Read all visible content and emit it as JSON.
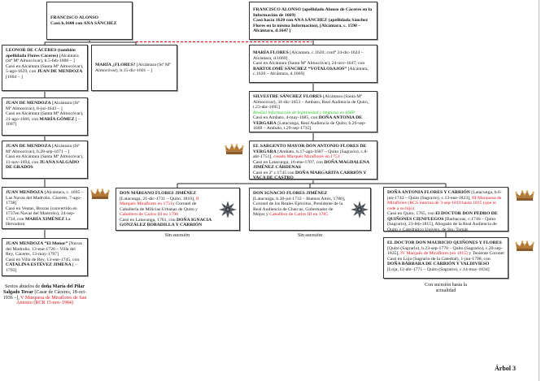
{
  "title": "Árbol 3",
  "colors": {
    "line": "#222222",
    "link_dashed": "#e0141e",
    "title_red": "#e0141e",
    "note_green": "#22c422",
    "crown": "#b07a3a"
  },
  "boxes": [
    {
      "id": "francisco-alonso-left",
      "lines": [
        [
          {
            "t": "FRANCISCO ALONSO",
            "s": "b"
          }
        ],
        [
          {
            "t": "Casó h.1600 con ANA SÁNCHEZ",
            "s": "b"
          }
        ]
      ]
    },
    {
      "id": "francisco-alonso-right",
      "lines": [
        [
          {
            "t": "FRANCISCO ALONSO (apellidado Alonso de Cáceres en la Información de 1669)",
            "s": "b"
          }
        ],
        [
          {
            "t": "Casó hacia 1620 con ANA SÁNCHEZ (apellidada Sánchez Flores en la misma Información), [Alcántara, c. 1590 – Alcántara, d.1647 ]",
            "s": "b"
          }
        ]
      ]
    },
    {
      "id": "leonor-de-caceres",
      "lines": [
        [
          {
            "t": "LEONOR DE CÁCERES (también apellidada Flores Cáceres)",
            "s": "b"
          },
          {
            "t": " [Alcántara (Stª Mª Almocóvar), b.5-feb-1606 –      ]",
            "s": "n"
          }
        ],
        [
          {
            "t": "Casó en Alcántara (Santa Mª Almocóvar), 5-ago-1629, con ",
            "s": "n"
          },
          {
            "t": "JUAN DE MENDOZA",
            "s": "b"
          },
          {
            "t": " [1604 –      ]",
            "s": "n"
          }
        ]
      ]
    },
    {
      "id": "maria-flores-question",
      "lines": [
        [
          {
            "t": "MARÍA ¿FLORES?",
            "s": "b"
          },
          {
            "t": " [Alcántara (Stª Mª Almocóvar), b.15-dic-1601 –      ]",
            "s": "n"
          }
        ]
      ]
    },
    {
      "id": "maria-flores",
      "lines": [
        [
          {
            "t": "MARÍA FLORES",
            "s": "b"
          },
          {
            "t": " [Alcántara, c.1620; confª 24-dic-1624 – Alcántara, d.1669]",
            "s": "n"
          }
        ],
        [
          {
            "t": "Casó en Alcántara (Santa Mª Almocóvar), 24-nov-1647, con ",
            "s": "n"
          },
          {
            "t": "BARTOLOMÉ SÁNCHEZ “VOTALOSAJOS”",
            "s": "b"
          },
          {
            "t": " [Alcántara, c.1620 – Alcántara, d.1669]",
            "s": "n"
          }
        ]
      ]
    },
    {
      "id": "silvestre-sanchez-flores",
      "lines": [
        [
          {
            "t": "SILVESTRE SÁNCHEZ FLORES",
            "s": "b"
          },
          {
            "t": " [Alcántara (Santa Mª Almocóvar), 31-dic-1653 – Ambato, Real Audiencia de Quito, t.23-abr-1695]",
            "s": "n"
          }
        ],
        [
          {
            "t": "Realizó información de legitimidad y limpieza en 1669",
            "s": "g"
          }
        ],
        [
          {
            "t": "Casó en Ambato, 4-may-1685, con ",
            "s": "n"
          },
          {
            "t": "DOÑA ANTONIA DE VERGARA",
            "s": "b"
          },
          {
            "t": " [Latacunga, Real Audiencia de Quito, b.26-sep-1669 – Ambato, t.29-sep-1735]",
            "s": "n"
          }
        ]
      ]
    },
    {
      "id": "antonio-flores-de-vergara",
      "lines": [
        [
          {
            "t": "EL SARGENTO MAYOR DON ANTONIO FLORES DE VERGARA",
            "s": "b"
          },
          {
            "t": " [Ambato, b.17-ago-1687 – Quito (Sagrario), c.8-abr-1751], ",
            "s": "n"
          },
          {
            "t": "creado Marqués Miraflores en 1751",
            "s": "r"
          }
        ],
        [
          {
            "t": "Casó en Latacunga, 16-ene-1707, con ",
            "s": "n"
          },
          {
            "t": "DOÑA MAGDALENA JIMÉNEZ CÁRDENAS",
            "s": "b"
          }
        ],
        [
          {
            "t": "Casó en 2º c.1745 con ",
            "s": "n"
          },
          {
            "t": "DOÑA MARGARITA CARRIÓN Y VACA DE CASTRO",
            "s": "b"
          }
        ]
      ]
    },
    {
      "id": "juan-de-mendoza-1643",
      "lines": [
        [
          {
            "t": "JUAN DE MENDOZA",
            "s": "b"
          },
          {
            "t": " [Alcántara (Stª Mª Almocóvar), 8-jul-1643 –      ]",
            "s": "n"
          }
        ],
        [
          {
            "t": "Casó en Alcántara (Santa Mª Almocóvar), 21-ago-1666, con ",
            "s": "n"
          },
          {
            "t": "MARÍA GÓMEZ",
            "s": "b"
          },
          {
            "t": " [      – 1697]",
            "s": "n"
          }
        ]
      ]
    },
    {
      "id": "juan-de-mendoza-1671",
      "lines": [
        [
          {
            "t": "JUAN DE MENDOZA",
            "s": "b"
          },
          {
            "t": " [Alcántara (Stª Mª Almocóvar), b.28-sep-1671 –      ]",
            "s": "n"
          }
        ],
        [
          {
            "t": "Casó en Alcántara (Santa Mª Almocóvar), 11-nov-1694, con ",
            "s": "n"
          },
          {
            "t": "JUANA SALGADO DE GRADOS",
            "s": "b"
          }
        ]
      ]
    },
    {
      "id": "juan-mendoza-1695",
      "lines": [
        [
          {
            "t": "JUAN MENDOZA",
            "s": "b"
          },
          {
            "t": " [Alcántara, c. 1695 – Las Navas del Madroño, Cáceres, 7-ago-1738]",
            "s": "n"
          }
        ],
        [
          {
            "t": "Casó en Ventas, Brozas (convertido en 1737en Navas del Madroño), 24-sep-1724, con ",
            "s": "n"
          },
          {
            "t": "MARÍA XIMÉNEZ",
            "s": "b"
          },
          {
            "t": " La Herradora",
            "s": "n"
          }
        ]
      ]
    },
    {
      "id": "juan-mendoza-el-menor",
      "lines": [
        [
          {
            "t": "JUAN MENDOZA “El Menor”",
            "s": "b"
          },
          {
            "t": " [Navas del Madroño, 13-ene-1726 – Villa del Rey, Cáceres, 13-may-1797]",
            "s": "n"
          }
        ],
        [
          {
            "t": "Casó en Villa de Rey, 13-ene-1745, con ",
            "s": "n"
          },
          {
            "t": "CATALINA ESTÉVEZ JIMENA",
            "s": "b"
          },
          {
            "t": " [      – 1793]",
            "s": "n"
          }
        ]
      ]
    },
    {
      "id": "mariano-flores-jimenez",
      "lines": [
        [
          {
            "t": "DON MARIANO FLORES JIMÉNEZ",
            "s": "b"
          },
          {
            "t": " [Latacunga, 21-dic-1731 – Quito, 1810], ",
            "s": "n"
          },
          {
            "t": "II Marqués Miraflores en 1751",
            "s": "r"
          },
          {
            "t": "y Coronel de Caballería de Milicias Urbanas de Quito y ",
            "s": "n"
          },
          {
            "t": "Caballero de Carlos III en 1790",
            "s": "r"
          }
        ],
        [
          {
            "t": "Casó en Latacunga, 1761, con ",
            "s": "n"
          },
          {
            "t": "DOÑA IGNACIA GONZÁLEZ BOBADILLA Y CARRIÓN",
            "s": "b"
          }
        ]
      ]
    },
    {
      "id": "ignacio-flores-jimenez",
      "lines": [
        [
          {
            "t": "DON IGNACIO FLORES JIMÉNEZ",
            "s": "b"
          },
          {
            "t": " [Latacunga, b.30-jul-1733 – Buenos Aires, 1786], Coronel de los Reales Ejércitos, Presidente de la Real Audiencia de Charcas, Gobernador de Mojos y ",
            "s": "n"
          },
          {
            "t": "Caballero de Carlos III en 1785",
            "s": "r"
          }
        ]
      ]
    },
    {
      "id": "antonia-flores-y-carrion",
      "lines": [
        [
          {
            "t": "DOÑA ANTONIA FLORES Y CARRIÓN",
            "s": "b"
          },
          {
            "t": " [Latacunga, b.6-jun-1743 – Quito (Sagrario), c.13-ene-1823], ",
            "s": "n"
          },
          {
            "t": "III Marquesa de Miraflores (RCS interina de 3-sep-1810 hasta 1815 (que lo cede a su hijo)",
            "s": "r"
          }
        ],
        [
          {
            "t": "Casó en Quito, 1765, con ",
            "s": "n"
          },
          {
            "t": "El DOCTOR DON PEDRO DE QUIÑONES CIENFUEGOS",
            "s": "b"
          },
          {
            "t": " [Barbacoas, c.1740 – Quito (Sagrario), 23-feb-1815], Abogado de la Real Audiencia de Quito y Catedrático Univers. de Sto. Tomás",
            "s": "n"
          }
        ]
      ]
    },
    {
      "id": "mauricio-quinones-y-flores",
      "lines": [
        [
          {
            "t": "EL DOCTOR DON MAURICIO QUIÑONES Y FLORES",
            "s": "b"
          },
          {
            "t": " [Quito (Sagrario), b.23-sep-1770 – Quito (Sagrario), c.20-sep-1835], ",
            "s": "n"
          },
          {
            "t": "IV Marqués de Miraflores (en 1815)",
            "s": "r"
          },
          {
            "t": " y Teniente Coronel",
            "s": "n"
          }
        ],
        [
          {
            "t": "Casó en Loja (Sagrario de la Catedral), 1-jun-1798, con ",
            "s": "n"
          },
          {
            "t": "DOÑA BÁRBARA DE CARRIÓN Y VALDIVIESO",
            "s": "b"
          }
        ],
        [
          {
            "t": "[Loja, 12-abr-1771 – Quito (Sagrario), c.14-may-1834]",
            "s": "n"
          }
        ]
      ]
    }
  ],
  "notes": {
    "sextos": [
      {
        "t": "Sextos abuelos de ",
        "s": "n"
      },
      {
        "t": "doña María del Pilar Salgado Tovar",
        "s": "b"
      },
      {
        "t": " [Casar de Cáceres, 18-oct-1936 –], ",
        "s": "n"
      },
      {
        "t": "V Marquesa de Miraflores de San Antonio (RCR 15-nov-1984)",
        "s": "r"
      }
    ],
    "sin_sucesion_1": "Sin sucesión",
    "sin_sucesion_2": "Sin sucesión",
    "con_sucesion": "Con sucesión hasta la actualidad"
  },
  "icons": {
    "crown": "marquis-crown-icon",
    "order": "order-of-carlos-iii-cross-icon"
  }
}
